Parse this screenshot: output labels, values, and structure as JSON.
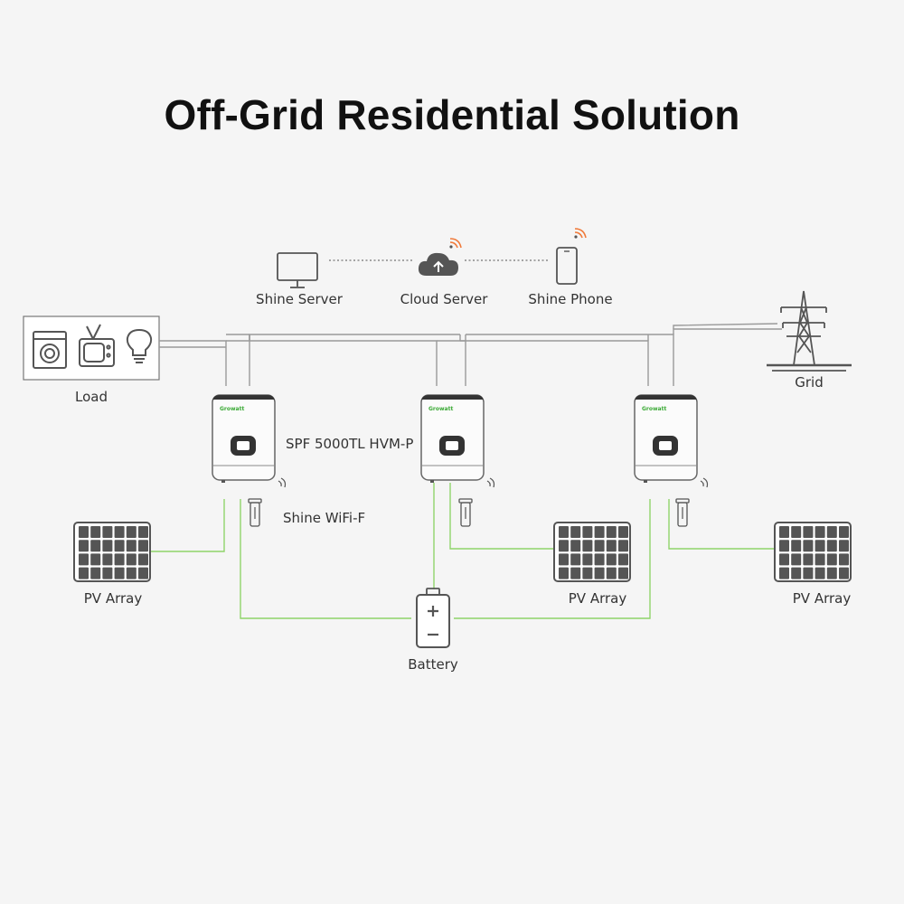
{
  "title": "Off-Grid Residential Solution",
  "labels": {
    "shine_server": "Shine Server",
    "cloud_server": "Cloud Server",
    "shine_phone": "Shine Phone",
    "load": "Load",
    "grid": "Grid",
    "inverter_model": "SPF 5000TL HVM-P",
    "wifi_module": "Shine WiFi-F",
    "pv_array": "PV Array",
    "battery": "Battery"
  },
  "inverter_brand": "Growatt",
  "colors": {
    "ac_line": "#9a9a9a",
    "dc_line": "#8fd46a",
    "network_dots": "#8a8a8a",
    "wifi_accent": "#f07a3a",
    "brand_green": "#3aa935",
    "icon_stroke": "#555555"
  },
  "icons": [
    "monitor-icon",
    "cloud-upload-icon",
    "smartphone-icon",
    "washing-machine-icon",
    "tv-icon",
    "light-bulb-icon",
    "power-tower-icon",
    "solar-panel-icon",
    "battery-icon",
    "wifi-stick-icon",
    "inverter-icon"
  ]
}
